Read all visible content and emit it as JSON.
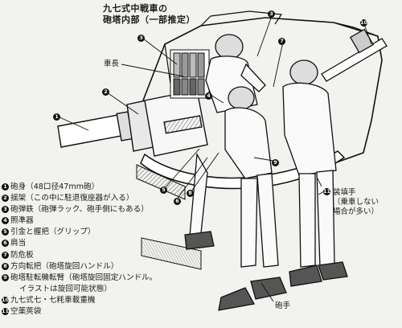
{
  "title": {
    "line1": "九七式中戦車の",
    "line2": "砲塔内部（一部推定）"
  },
  "callouts": {
    "commander": "車長",
    "loader_line1": "装填手",
    "loader_line2": "（乗車しない",
    "loader_line3": "場合が多い）",
    "gunner": "砲手"
  },
  "markers": [
    "1",
    "2",
    "3",
    "4",
    "5",
    "6",
    "7",
    "8",
    "9",
    "10",
    "11"
  ],
  "legend": [
    {
      "num": "1",
      "text": "砲身（48口径47mm砲）"
    },
    {
      "num": "2",
      "text": "揺架（この中に駐退復座器が入る）"
    },
    {
      "num": "3",
      "text": "砲弾鉄（砲弾ラック、砲手側にもある）"
    },
    {
      "num": "4",
      "text": "照準器"
    },
    {
      "num": "5",
      "text": "引金と握把（グリップ）"
    },
    {
      "num": "6",
      "text": "肩当"
    },
    {
      "num": "7",
      "text": "防危板"
    },
    {
      "num": "8",
      "text": "方向転把（砲塔旋回ハンドル）"
    },
    {
      "num": "9",
      "text": "砲塔駐転機転臂（砲塔旋回固定ハンドル。",
      "sub": "イラストは旋回可能状態）"
    },
    {
      "num": "10",
      "text": "九七式七・七粍車載重機"
    },
    {
      "num": "11",
      "text": "空薬莢袋"
    }
  ]
}
